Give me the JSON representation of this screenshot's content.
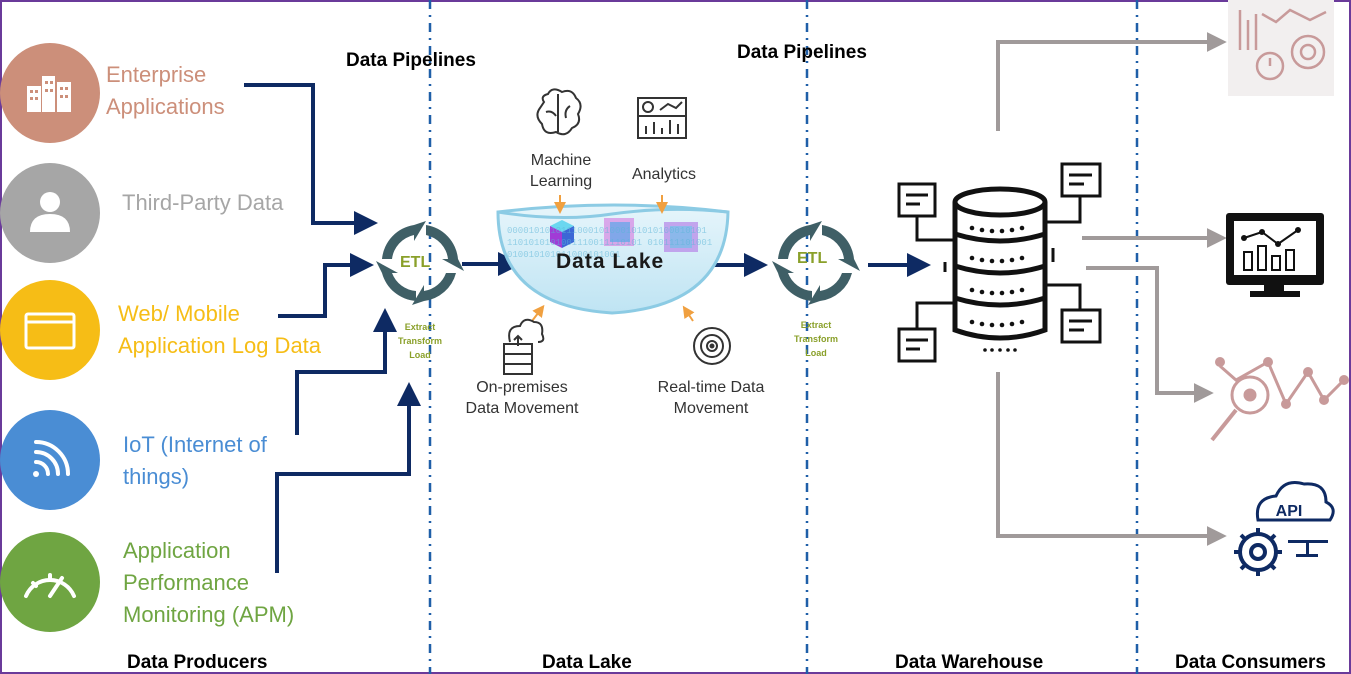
{
  "producers": [
    {
      "label_lines": [
        "Enterprise",
        "Applications"
      ],
      "color": "#cc8f7a",
      "icon": "buildings-icon"
    },
    {
      "label_lines": [
        "Third-Party Data"
      ],
      "color": "#a6a6a6",
      "icon": "person-icon"
    },
    {
      "label_lines": [
        "Web/ Mobile",
        "Application Log Data"
      ],
      "color": "#f6bd16",
      "icon": "browser-window-icon"
    },
    {
      "label_lines": [
        "IoT (Internet of",
        "things)"
      ],
      "color": "#4a8dd4",
      "icon": "wifi-signal-icon"
    },
    {
      "label_lines": [
        "Application",
        "Performance",
        "Monitoring (APM)"
      ],
      "color": "#6fa542",
      "icon": "speedometer-icon"
    }
  ],
  "headers": {
    "pipelines_left": "Data Pipelines",
    "pipelines_right": "Data Pipelines"
  },
  "etl": {
    "label": "ETL",
    "sub_lines": [
      "Extract",
      "Transform",
      "Load"
    ],
    "color": "#3f5f66",
    "label_color": "#8aa02a"
  },
  "data_lake": {
    "label": "Data Lake",
    "binary_text": "0000101010111000101000101010100010101 1101010101001110011110101 010111101001010010101011000101001",
    "ml_label_lines": [
      "Machine",
      "Learning"
    ],
    "analytics_label": "Analytics",
    "onprem_label_lines": [
      "On-premises",
      "Data Movement"
    ],
    "realtime_label_lines": [
      "Real-time Data",
      "Movement"
    ]
  },
  "footer": {
    "producers": "Data Producers",
    "lake": "Data Lake",
    "warehouse": "Data Warehouse",
    "consumers": "Data Consumers"
  },
  "consumers": [
    {
      "icon": "dashboard-gear-icon"
    },
    {
      "icon": "monitor-chart-icon"
    },
    {
      "icon": "magnifier-network-icon"
    },
    {
      "icon": "api-cloud-gear-icon"
    }
  ],
  "colors": {
    "arrow_dark": "#0e2a63",
    "arrow_gray": "#a09a9a",
    "divider": "#1f5fa8",
    "frame": "#6a3a9a"
  }
}
